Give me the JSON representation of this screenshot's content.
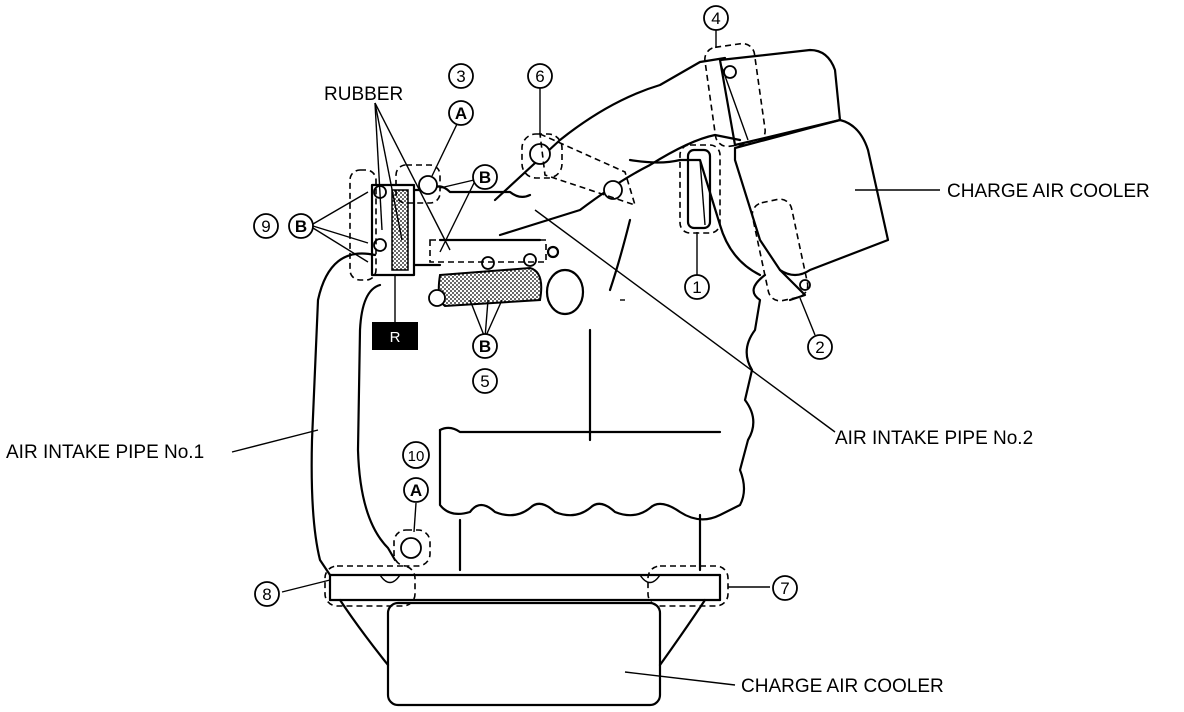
{
  "labels": {
    "rubber": "RUBBER",
    "charge_air_cooler_top": "CHARGE AIR COOLER",
    "charge_air_cooler_bottom": "CHARGE AIR COOLER",
    "air_intake_pipe_1": "AIR INTAKE PIPE No.1",
    "air_intake_pipe_2": "AIR INTAKE PIPE No.2",
    "r_marker": "R"
  },
  "callouts": {
    "n1": "1",
    "n2": "2",
    "n3": "3",
    "n4": "4",
    "n5": "5",
    "n6": "6",
    "n7": "7",
    "n8": "8",
    "n9": "9",
    "n10": "10"
  },
  "letters": {
    "a_upper": "A",
    "a_lower": "A",
    "b_upper": "B",
    "b_left": "B",
    "b_center": "B"
  }
}
